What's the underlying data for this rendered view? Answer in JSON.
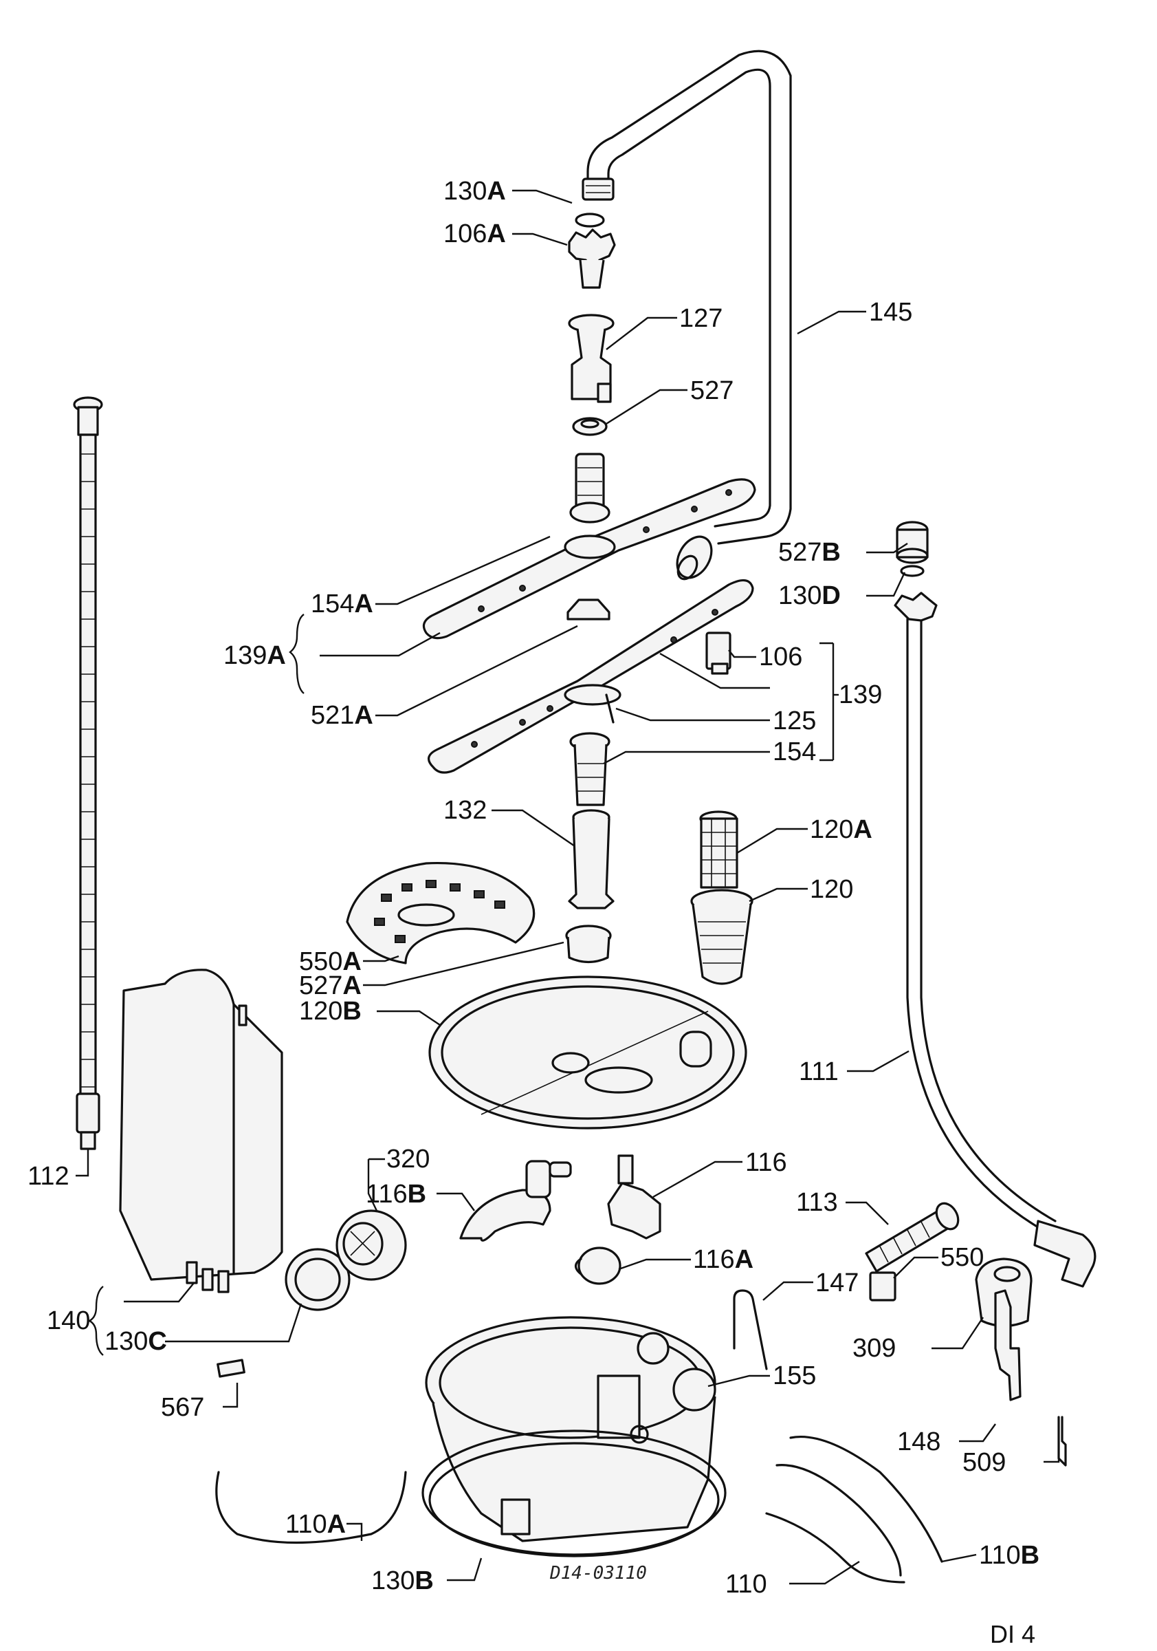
{
  "callouts": {
    "c130A": {
      "num": "130",
      "suf": "A"
    },
    "c106A": {
      "num": "106",
      "suf": "A"
    },
    "c127": {
      "num": "127",
      "suf": ""
    },
    "c145": {
      "num": "145",
      "suf": ""
    },
    "c527": {
      "num": "527",
      "suf": ""
    },
    "c527B": {
      "num": "527",
      "suf": "B"
    },
    "c130D": {
      "num": "130",
      "suf": "D"
    },
    "c154A": {
      "num": "154",
      "suf": "A"
    },
    "c139A": {
      "num": "139",
      "suf": "A"
    },
    "c521A": {
      "num": "521",
      "suf": "A"
    },
    "c106": {
      "num": "106",
      "suf": ""
    },
    "c139": {
      "num": "139",
      "suf": ""
    },
    "c125": {
      "num": "125",
      "suf": ""
    },
    "c154": {
      "num": "154",
      "suf": ""
    },
    "c132": {
      "num": "132",
      "suf": ""
    },
    "c120A": {
      "num": "120",
      "suf": "A"
    },
    "c120": {
      "num": "120",
      "suf": ""
    },
    "c550A": {
      "num": "550",
      "suf": "A"
    },
    "c527A": {
      "num": "527",
      "suf": "A"
    },
    "c120B": {
      "num": "120",
      "suf": "B"
    },
    "c111": {
      "num": "111",
      "suf": ""
    },
    "c112": {
      "num": "112",
      "suf": ""
    },
    "c320": {
      "num": "320",
      "suf": ""
    },
    "c116B": {
      "num": "116",
      "suf": "B"
    },
    "c116": {
      "num": "116",
      "suf": ""
    },
    "c113": {
      "num": "113",
      "suf": ""
    },
    "c550": {
      "num": "550",
      "suf": ""
    },
    "c116A": {
      "num": "116",
      "suf": "A"
    },
    "c147": {
      "num": "147",
      "suf": ""
    },
    "c140": {
      "num": "140",
      "suf": ""
    },
    "c130C": {
      "num": "130",
      "suf": "C"
    },
    "c309": {
      "num": "309",
      "suf": ""
    },
    "c567": {
      "num": "567",
      "suf": ""
    },
    "c155": {
      "num": "155",
      "suf": ""
    },
    "c148": {
      "num": "148",
      "suf": ""
    },
    "c509": {
      "num": "509",
      "suf": ""
    },
    "c110A": {
      "num": "110",
      "suf": "A"
    },
    "c110B": {
      "num": "110",
      "suf": "B"
    },
    "c130B": {
      "num": "130",
      "suf": "B"
    },
    "c110": {
      "num": "110",
      "suf": ""
    }
  },
  "drawing_code": "D14-03110",
  "sheet_label": "DI 4"
}
